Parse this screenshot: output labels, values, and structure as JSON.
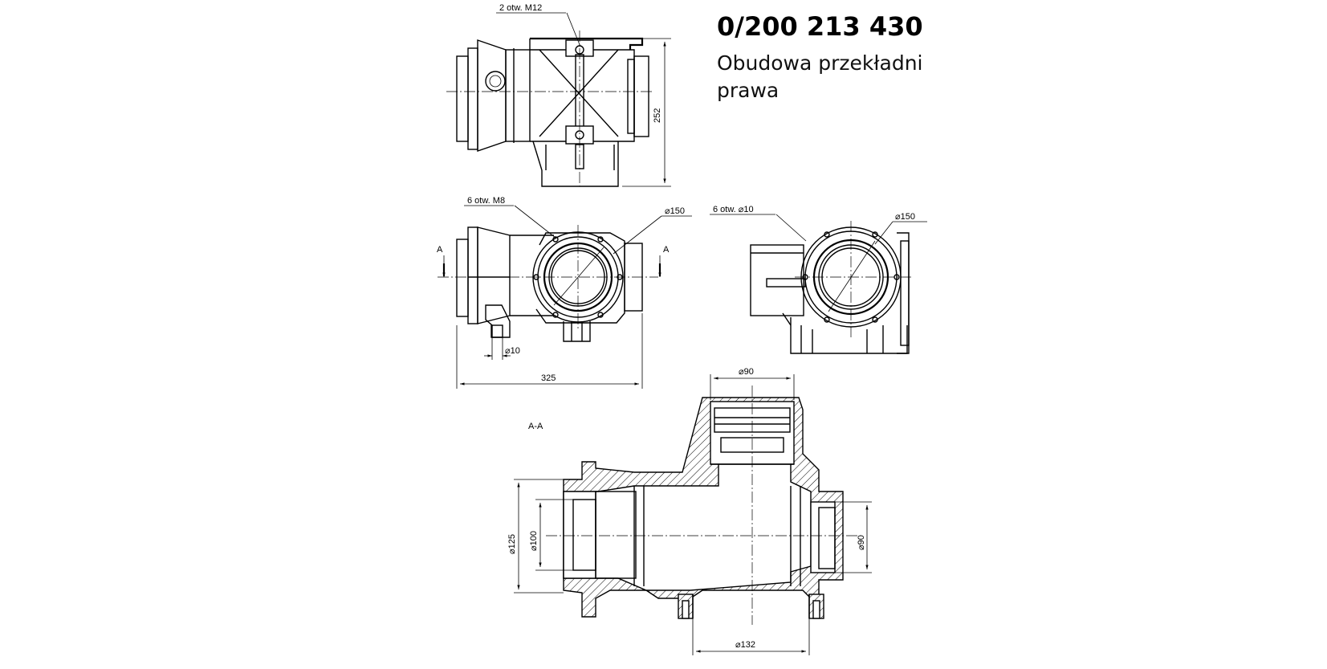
{
  "title": {
    "part_number": "0/200 213 430",
    "description_line1": "Obudowa przekładni",
    "description_line2": "prawa"
  },
  "annotations": {
    "holes_m12": "2 otw. M12",
    "holes_m8": "6 otw. M8",
    "holes_d10": "6 otw. ⌀10",
    "section_label": "A-A",
    "section_marker": "A"
  },
  "dimensions": {
    "height_252": "252",
    "width_325": "325",
    "dia_150_front": "⌀150",
    "dia_150_side": "⌀150",
    "dia_10": "⌀10",
    "dia_90_top": "⌀90",
    "dia_125": "⌀125",
    "dia_100": "⌀100",
    "dia_90_right": "⌀90",
    "dia_132": "⌀132"
  }
}
